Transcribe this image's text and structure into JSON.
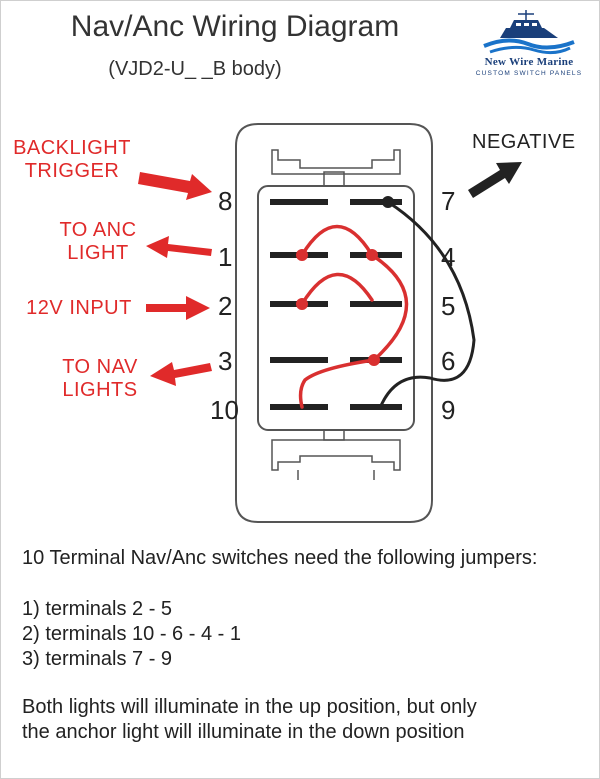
{
  "title": "Nav/Anc Wiring Diagram",
  "subtitle": "(VJD2-U_ _B body)",
  "logo": {
    "name": "New Wire Marine",
    "tagline": "CUSTOM SWITCH PANELS",
    "icon": "boat-logo-icon",
    "color": "#1a3f7a"
  },
  "labels": {
    "backlight_line1": "BACKLIGHT",
    "backlight_line2": "TRIGGER",
    "anc_line1": "TO ANC",
    "anc_line2": "LIGHT",
    "input": "12V INPUT",
    "nav_line1": "TO NAV",
    "nav_line2": "LIGHTS",
    "negative": "NEGATIVE"
  },
  "terminals_left": [
    "8",
    "1",
    "2",
    "3",
    "10"
  ],
  "terminals_right": [
    "7",
    "4",
    "5",
    "6",
    "9"
  ],
  "notes": {
    "intro": "10 Terminal Nav/Anc switches need the following jumpers:",
    "jumpers": [
      "1) terminals 2 - 5",
      "2) terminals 10 - 6 - 4 - 1",
      "3) terminals 7 - 9"
    ],
    "footer_line1": "Both lights will illuminate in the up position, but only",
    "footer_line2": "the anchor light will illuminate in the down position"
  },
  "colors": {
    "label_red": "#e02a2a",
    "jumper_red": "#d93030",
    "wire_black": "#222222"
  }
}
